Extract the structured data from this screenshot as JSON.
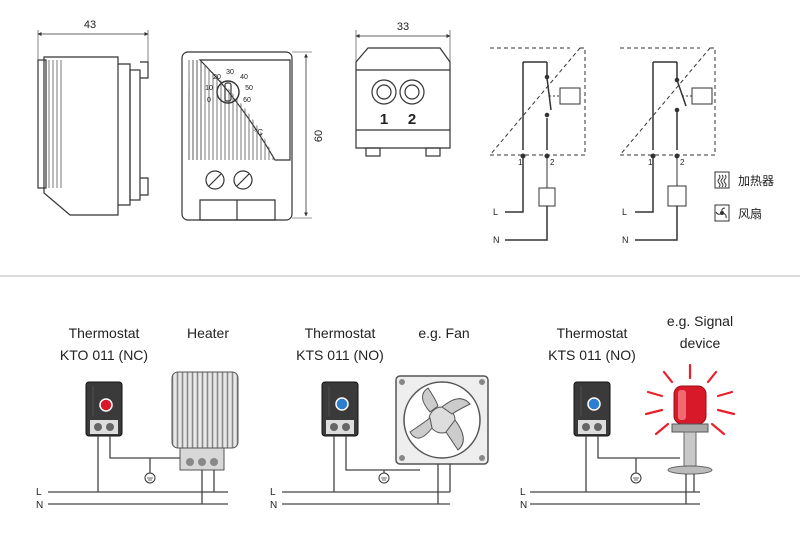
{
  "top": {
    "dim_width_side": "43",
    "dim_height": "60",
    "dim_width_bottom": "33",
    "dial_scale": [
      "0",
      "10",
      "20",
      "30",
      "40",
      "50",
      "60"
    ],
    "dial_unit": "°C",
    "terminals": [
      "1",
      "2"
    ],
    "wiring_left": {
      "t1": "1",
      "t2": "2",
      "L": "L",
      "N": "N"
    },
    "wiring_right": {
      "t1": "1",
      "t2": "2",
      "L": "L",
      "N": "N"
    },
    "legend": [
      {
        "icon": "heater-symbol-icon",
        "label": "加热器"
      },
      {
        "icon": "fan-symbol-icon",
        "label": "风扇"
      }
    ]
  },
  "bottom": {
    "groups": [
      {
        "title_line1": "Thermostat",
        "title_line2": "KTO 011 (NC)",
        "device_label": "Heater",
        "dot_color": "#d8192a",
        "L": "L",
        "N": "N"
      },
      {
        "title_line1": "Thermostat",
        "title_line2": "KTS 011 (NO)",
        "device_label": "e.g. Fan",
        "dot_color": "#2a7fd0",
        "L": "L",
        "N": "N"
      },
      {
        "title_line1": "Thermostat",
        "title_line2": "KTS 011 (NO)",
        "device_label_line1": "e.g. Signal",
        "device_label_line2": "device",
        "dot_color": "#2a7fd0",
        "L": "L",
        "N": "N"
      }
    ]
  }
}
